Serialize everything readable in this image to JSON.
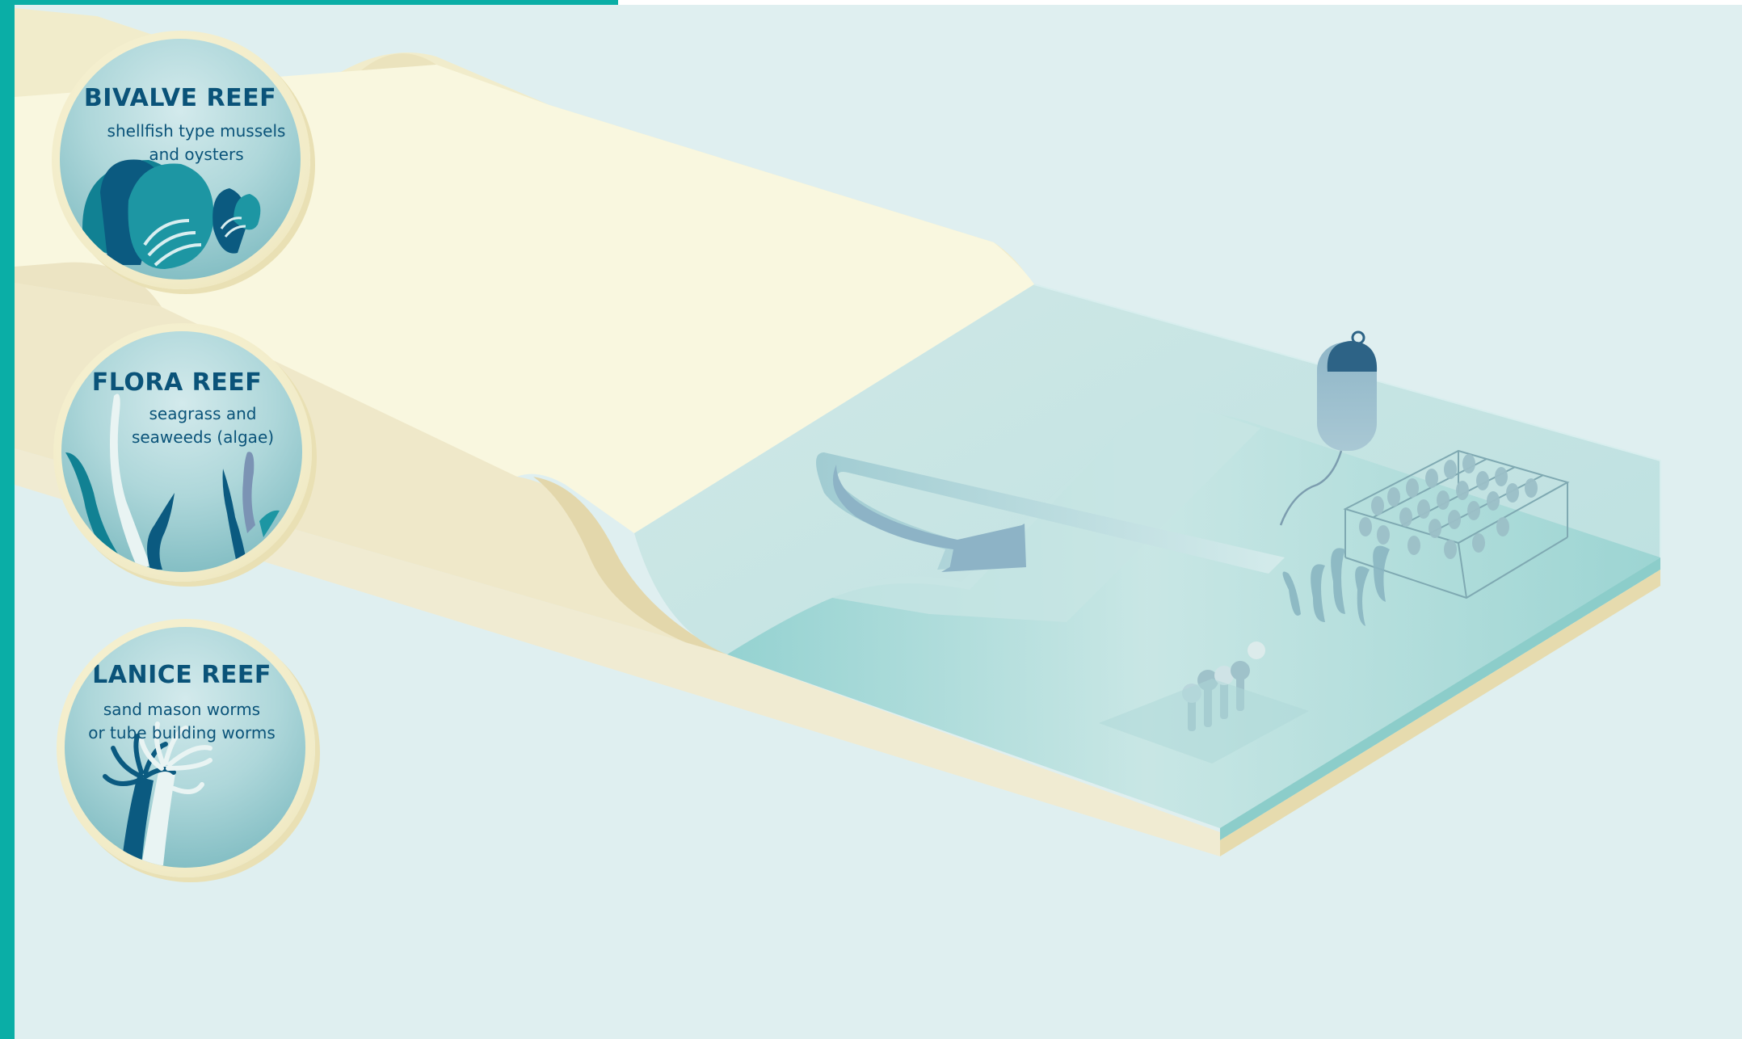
{
  "badges": [
    {
      "title": "BIVALVE REEF",
      "description": "shellfish type mussels\nand oysters",
      "icon": "mussel-shell-icon"
    },
    {
      "title": "FLORA REEF",
      "description": "seagrass and\nseaweeds (algae)",
      "icon": "seaweed-icon"
    },
    {
      "title": "LANICE REEF",
      "description": "sand mason worms\nor tube building worms",
      "icon": "tube-worm-icon"
    }
  ],
  "colors": {
    "background": "#dfeff0",
    "accent": "#0aaea6",
    "sand": "#f8f5dc",
    "water": "#bfe1e2",
    "title": "#0a5379"
  }
}
